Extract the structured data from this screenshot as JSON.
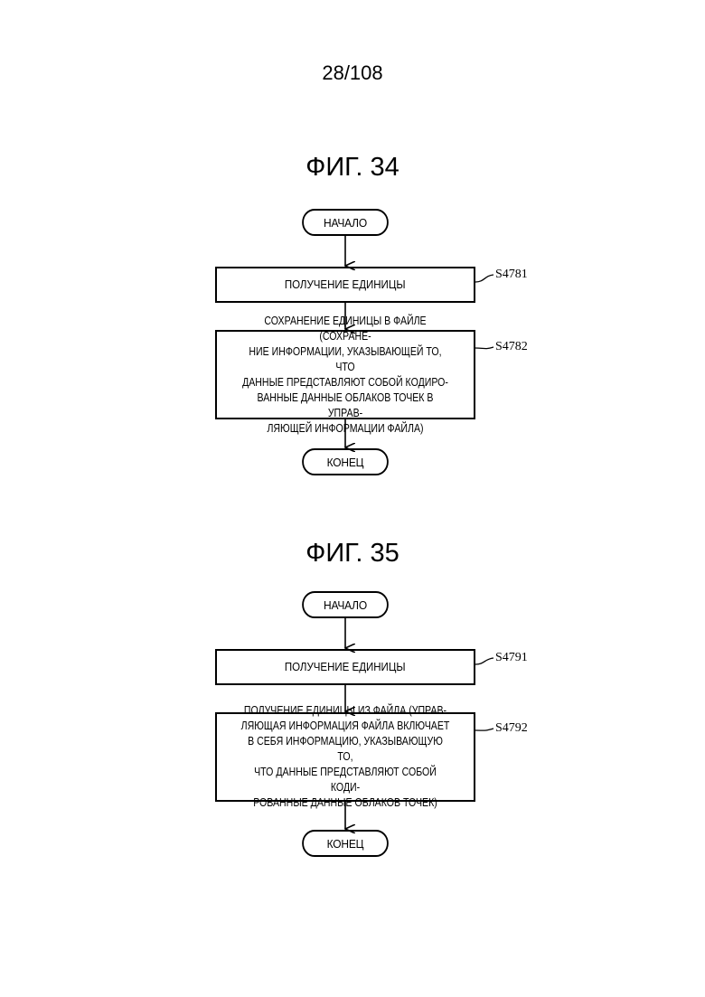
{
  "page_number": "28/108",
  "figures": [
    {
      "title": "ФИГ. 34",
      "start": "НАЧАЛО",
      "end": "КОНЕЦ",
      "steps": [
        {
          "id": "S4781",
          "lines": [
            "ПОЛУЧЕНИЕ ЕДИНИЦЫ"
          ]
        },
        {
          "id": "S4782",
          "lines": [
            "СОХРАНЕНИЕ ЕДИНИЦЫ В ФАЙЛЕ (СОХРАНЕ-",
            "НИЕ ИНФОРМАЦИИ, УКАЗЫВАЮЩЕЙ ТО, ЧТО",
            "ДАННЫЕ ПРЕДСТАВЛЯЮТ СОБОЙ КОДИРО-",
            "ВАННЫЕ ДАННЫЕ ОБЛАКОВ ТОЧЕК В УПРАВ-",
            "ЛЯЮЩЕЙ ИНФОРМАЦИИ ФАЙЛА)"
          ]
        }
      ]
    },
    {
      "title": "ФИГ. 35",
      "start": "НАЧАЛО",
      "end": "КОНЕЦ",
      "steps": [
        {
          "id": "S4791",
          "lines": [
            "ПОЛУЧЕНИЕ ЕДИНИЦЫ"
          ]
        },
        {
          "id": "S4792",
          "lines": [
            "ПОЛУЧЕНИЕ ЕДИНИЦЫ ИЗ ФАЙЛА (УПРАВ-",
            "ЛЯЮЩАЯ ИНФОРМАЦИЯ ФАЙЛА ВКЛЮЧАЕТ",
            "В СЕБЯ ИНФОРМАЦИЮ, УКАЗЫВАЮЩУЮ ТО,",
            "ЧТО ДАННЫЕ ПРЕДСТАВЛЯЮТ СОБОЙ КОДИ-",
            "РОВАННЫЕ ДАННЫЕ ОБЛАКОВ ТОЧЕК)"
          ]
        }
      ]
    }
  ]
}
